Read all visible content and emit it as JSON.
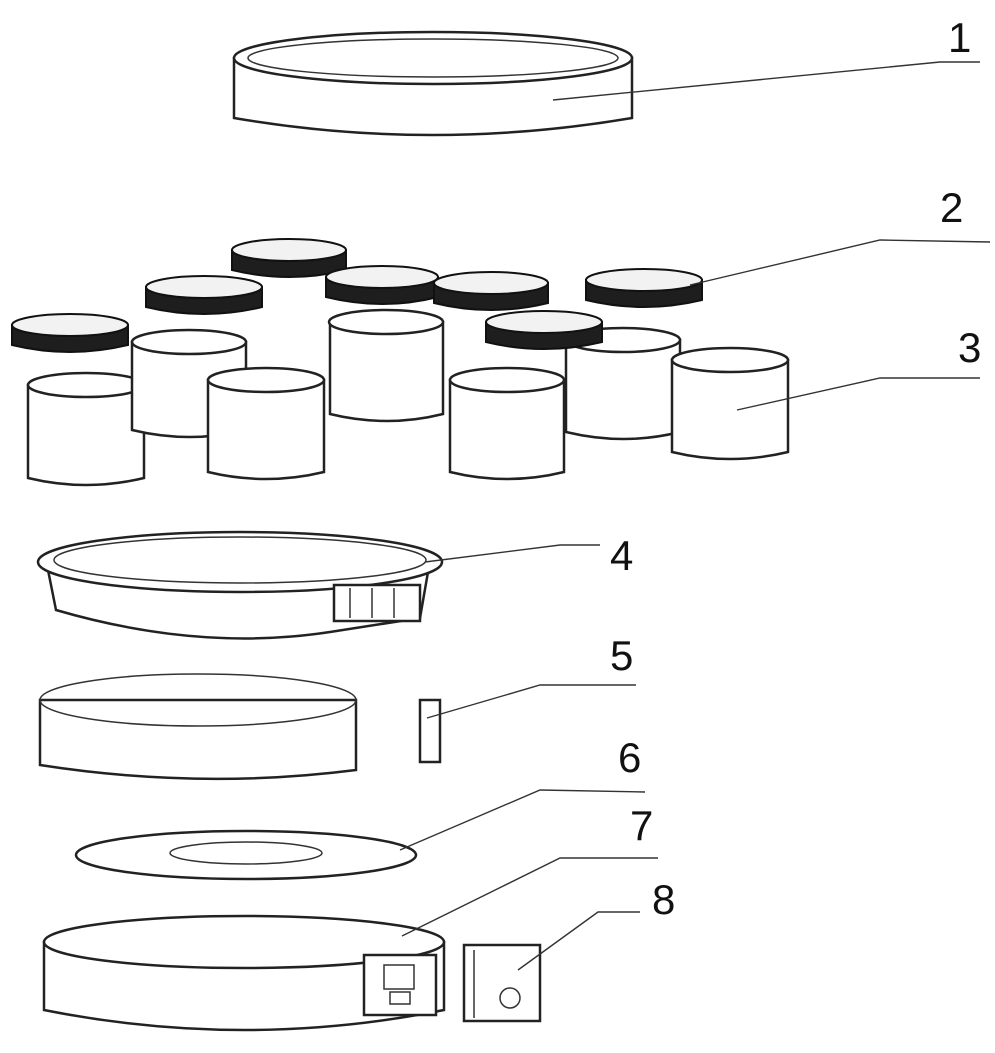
{
  "labels": [
    "1",
    "2",
    "3",
    "4",
    "5",
    "6",
    "7",
    "8"
  ]
}
